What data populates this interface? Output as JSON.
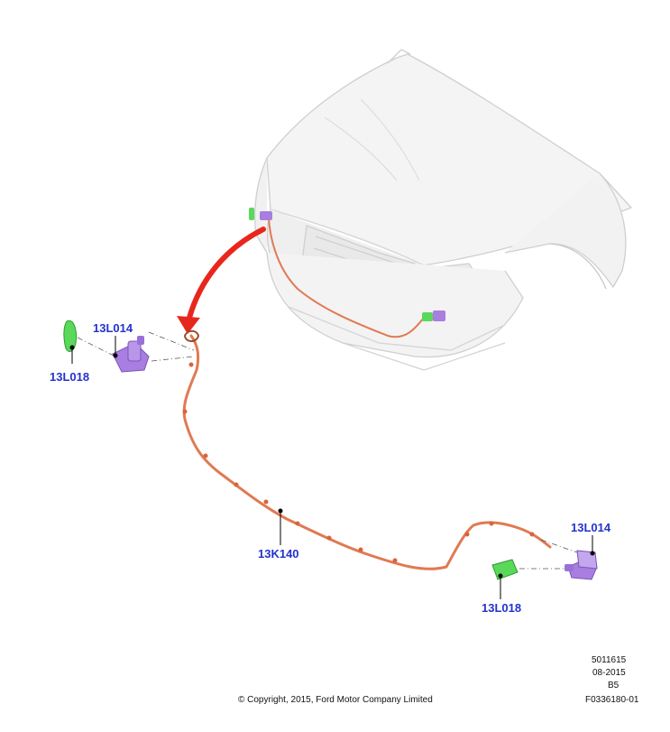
{
  "callouts": {
    "lh_nozzle": "13L014",
    "lh_cover": "13L018",
    "hose": "13K140",
    "rh_nozzle": "13L014",
    "rh_cover": "13L018"
  },
  "footer": {
    "copyright": "© Copyright, 2015, Ford Motor Company Limited",
    "doc_number": "5011615",
    "date": "08-2015",
    "revision": "B5",
    "figure_id": "F0336180-01"
  },
  "colors": {
    "hose": "#e07a52",
    "nozzle": "#a87ee0",
    "cover": "#5ad85a",
    "arrow": "#e8271c",
    "vehicle_line": "#cfcfcf",
    "callout_text": "#2233cc"
  }
}
